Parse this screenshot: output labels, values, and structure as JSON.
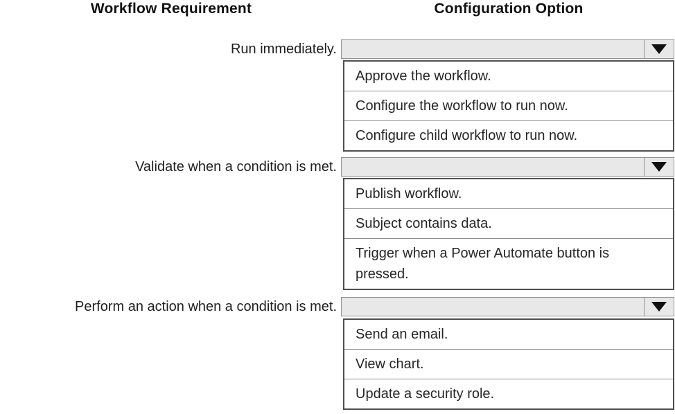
{
  "headers": {
    "left": "Workflow Requirement",
    "right": "Configuration Option"
  },
  "dropdown": {
    "arrow_icon": "chevron-down",
    "selected_value": ""
  },
  "groups": [
    {
      "requirement": "Run immediately.",
      "selected_value": "",
      "options": [
        "Approve the workflow.",
        "Configure the workflow to run now.",
        "Configure child workflow to run now."
      ]
    },
    {
      "requirement": "Validate when a condition is met.",
      "selected_value": "",
      "options": [
        "Publish workflow.",
        "Subject contains data.",
        "Trigger when a Power Automate button is pressed."
      ]
    },
    {
      "requirement": "Perform an action when a condition is met.",
      "selected_value": "",
      "options": [
        "Send an email.",
        "View chart.",
        "Update a security role."
      ]
    }
  ],
  "colors": {
    "dropdown_fill": "#e8e8e8",
    "dropdown_border": "#919191",
    "list_border": "#4f4f4f",
    "separator": "#8c8c8c",
    "text": "#1f1f1f",
    "background": "#ffffff"
  }
}
